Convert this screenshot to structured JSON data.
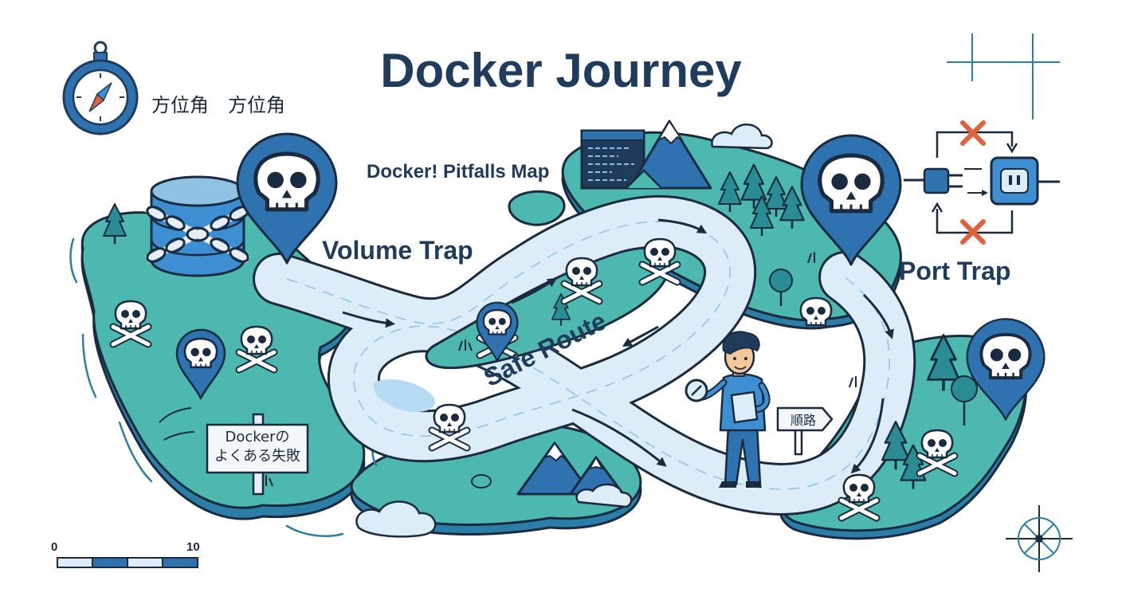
{
  "title": "Docker Journey",
  "subtitle": "Docker! Pitfalls Map",
  "compass_text": "方位角　方位角",
  "labels": {
    "volume_trap": "Volume Trap",
    "port_trap": "Port Trap",
    "safe_route": "Safe Route"
  },
  "signs": {
    "board": "Dockerの\nよくある失敗",
    "signpost": "順路"
  },
  "scale_bar": {
    "min": "0",
    "max": "10"
  },
  "icons": [
    "compass-icon",
    "database-icon",
    "chain-icon",
    "skull-pin-icon",
    "skull-crossbones-icon",
    "terminal-window-icon",
    "mountain-icon",
    "tree-icon",
    "cloud-icon",
    "plug-icon",
    "socket-icon",
    "cross-mark-icon",
    "traveler-icon",
    "signpost-icon",
    "compass-rose-icon"
  ],
  "colors": {
    "land": "#4cb8b0",
    "land_edge": "#2b7ea8",
    "route": "#dcedf7",
    "outline": "#1b2b3f",
    "pin": "#2e72b0",
    "title": "#1f3c5c",
    "warning": "#e0623a"
  }
}
